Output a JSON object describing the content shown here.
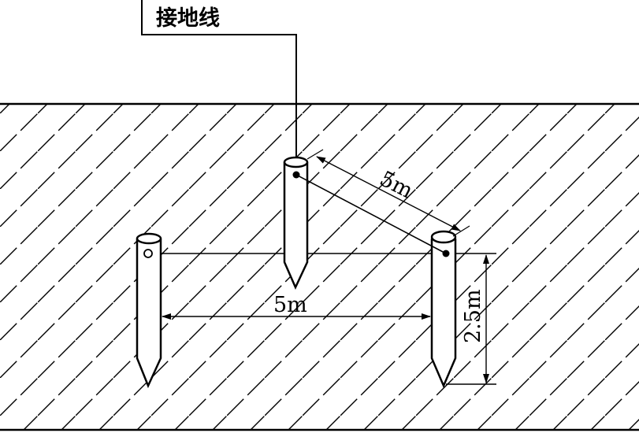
{
  "labels": {
    "ground_wire": "接地线",
    "spacing_diagonal": "5m",
    "spacing_horizontal": "5m",
    "rod_depth": "2.5m"
  },
  "colors": {
    "line": "#000000",
    "background": "#ffffff"
  }
}
